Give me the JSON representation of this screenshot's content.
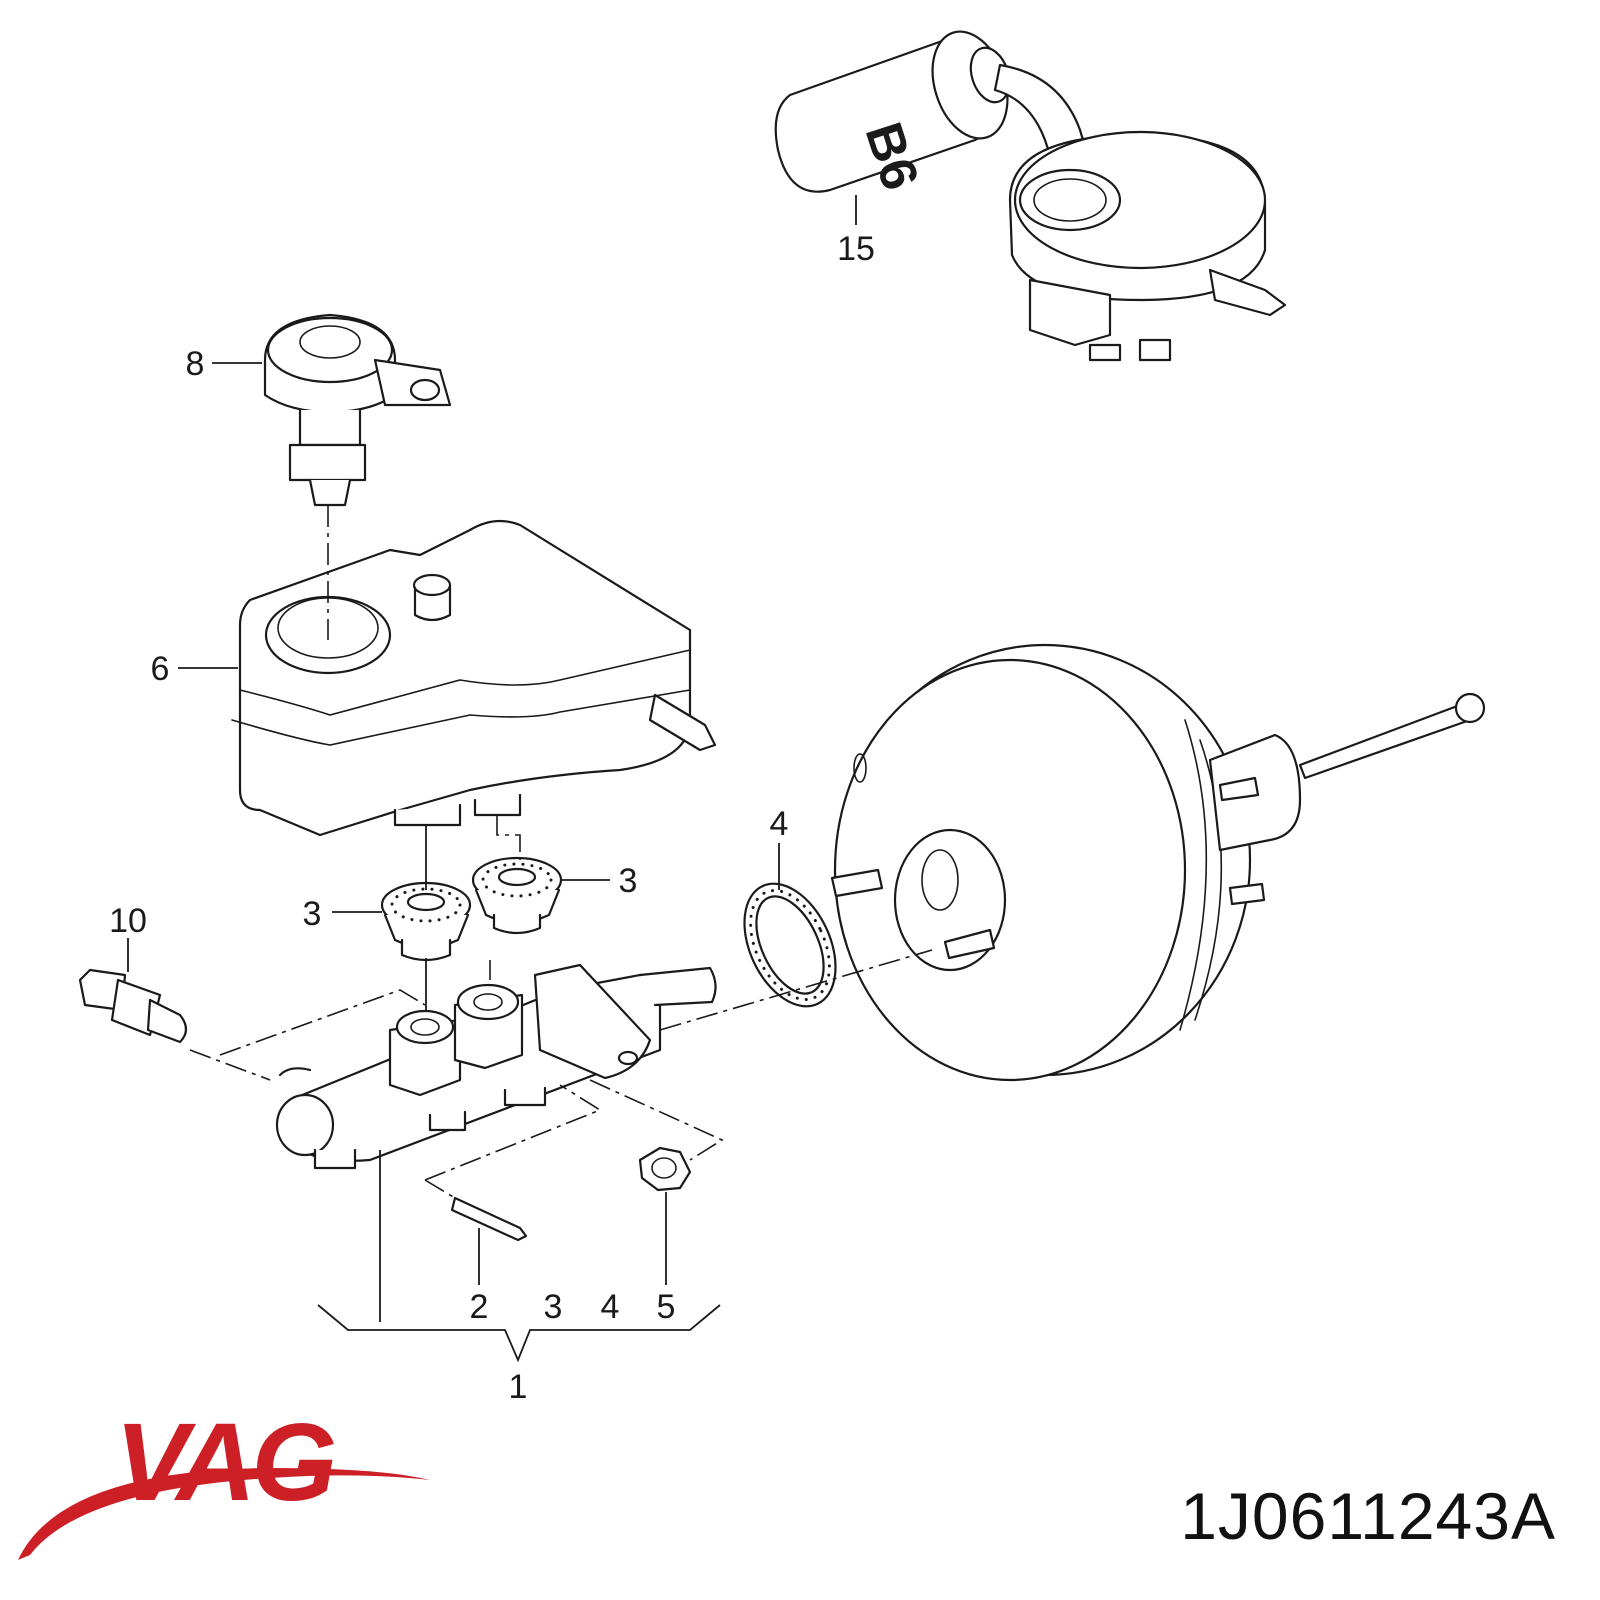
{
  "brand": {
    "logo_text": "VAG",
    "logo_color": "#cc1f26"
  },
  "part_number": "1J0611243A",
  "callouts": {
    "c1": "1",
    "c2": "2",
    "c3_bottom": "3",
    "c4_bottom": "4",
    "c5": "5",
    "c3_left": "3",
    "c3_right": "3",
    "c4": "4",
    "c6": "6",
    "c8": "8",
    "c10": "10",
    "c15": "15"
  },
  "canister_marking": "B6",
  "icons": [
    "vag-logo-icon"
  ]
}
